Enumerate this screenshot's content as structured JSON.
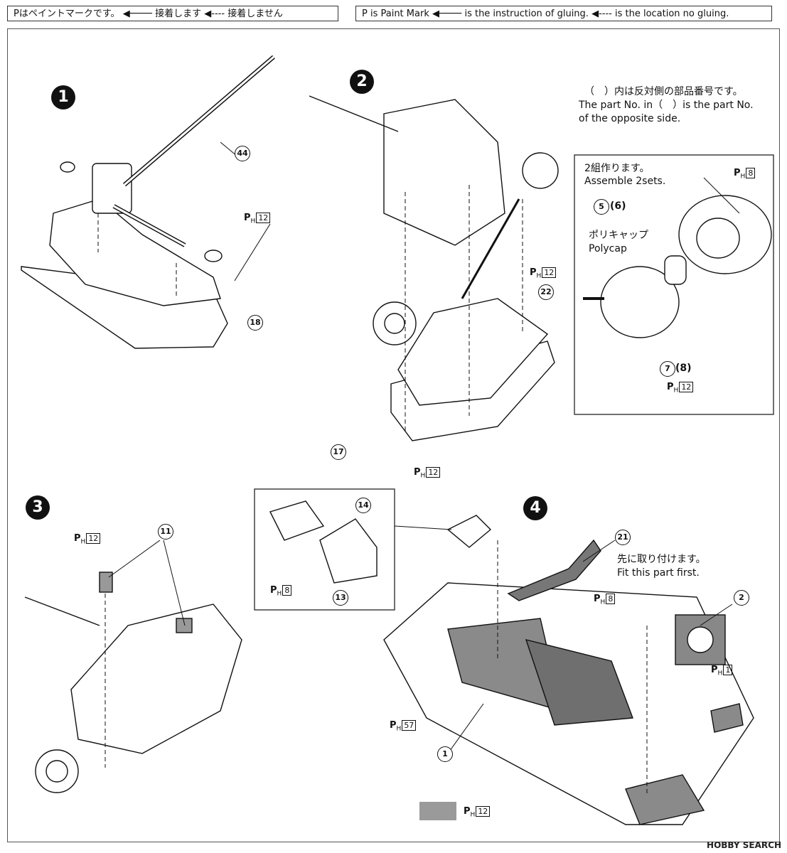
{
  "legend_jp": {
    "paint": "Pはペイントマークです。",
    "glue": "接着します",
    "noglue": "接着しません"
  },
  "legend_en": {
    "paint": "P is Paint Mark",
    "glue": "is the instruction of gluing.",
    "noglue": "is the location no gluing."
  },
  "steps": [
    "1",
    "2",
    "3",
    "4"
  ],
  "note_opposite": {
    "jp": "（　）内は反対側の部品番号です。",
    "en1": "The part No. in（　）is the part No.",
    "en2": "of the opposite side."
  },
  "inset_note": {
    "jp": "2組作ります。",
    "en": "Assemble 2sets.",
    "polycap_jp": "ポリキャップ",
    "polycap_en": "Polycap"
  },
  "fit_first": {
    "jp": "先に取り付けます。",
    "en": "Fit this part first."
  },
  "parts": {
    "p44": "44",
    "p18": "18",
    "p22": "22",
    "p17": "17",
    "p5": "5",
    "p6": "(6)",
    "p7": "7",
    "p8": "(8)",
    "p11": "11",
    "p14": "14",
    "p13": "13",
    "p21": "21",
    "p2": "2",
    "p1": "1"
  },
  "paint_marks": {
    "m12": "12",
    "m8": "8",
    "m57": "57",
    "m1": "1",
    "sub": "H",
    "p": "P"
  },
  "watermark": "HOBBY SEARCH"
}
